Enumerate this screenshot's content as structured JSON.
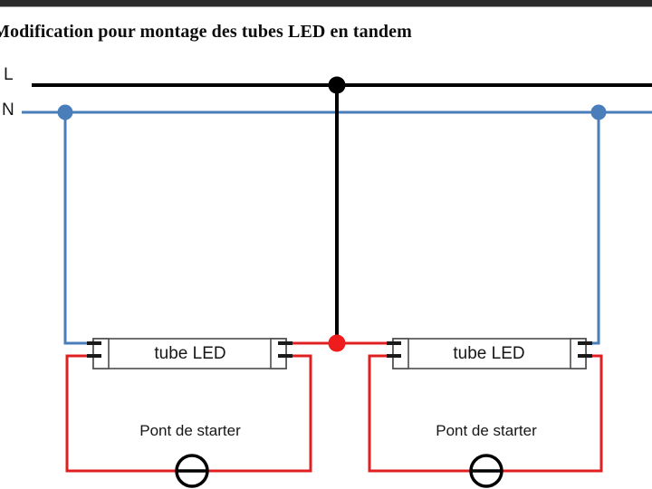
{
  "page": {
    "title": "Modification pour montage des tubes LED en tandem",
    "background": "#ffffff",
    "top_bar_color": "#2b2b2b"
  },
  "colors": {
    "line_live": "#000000",
    "line_neutral": "#4a7ebb",
    "wire_starter": "#e02020",
    "junction_live": "#000000",
    "junction_neutral": "#4a7ebb",
    "junction_mid": "#ee1c1c",
    "tube_outline": "#4d4d4d",
    "pin": "#1a1a1a"
  },
  "supply": {
    "live_label": "L",
    "neutral_label": "N"
  },
  "tubes": [
    {
      "label": "tube LED",
      "side": "left"
    },
    {
      "label": "tube LED",
      "side": "right"
    }
  ],
  "starters": [
    {
      "label": "Pont de starter",
      "side": "left"
    },
    {
      "label": "Pont de starter",
      "side": "right"
    }
  ]
}
